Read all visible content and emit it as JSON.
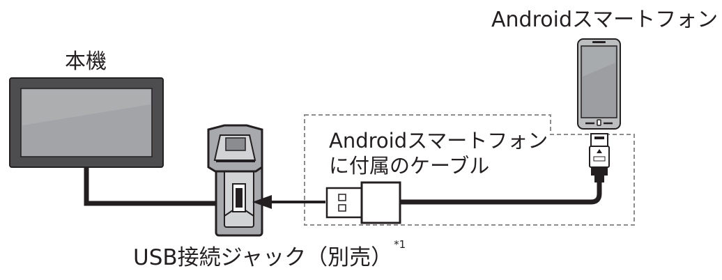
{
  "labels": {
    "head_unit": "本機",
    "android_phone": "Androidスマートフォン",
    "cable_line1": "Androidスマートフォン",
    "cable_line2": "に付属のケーブル",
    "usb_jack": "USB接続ジャック（別売）",
    "usb_jack_footnote": "*1"
  },
  "colors": {
    "outline": "#231f20",
    "screen_frame": "#4d4d4f",
    "screen_face": "#9c9ea1",
    "device_gray": "#a7a9ac",
    "device_light": "#d1d3d4",
    "dashed_box": "#8c8c8c"
  }
}
